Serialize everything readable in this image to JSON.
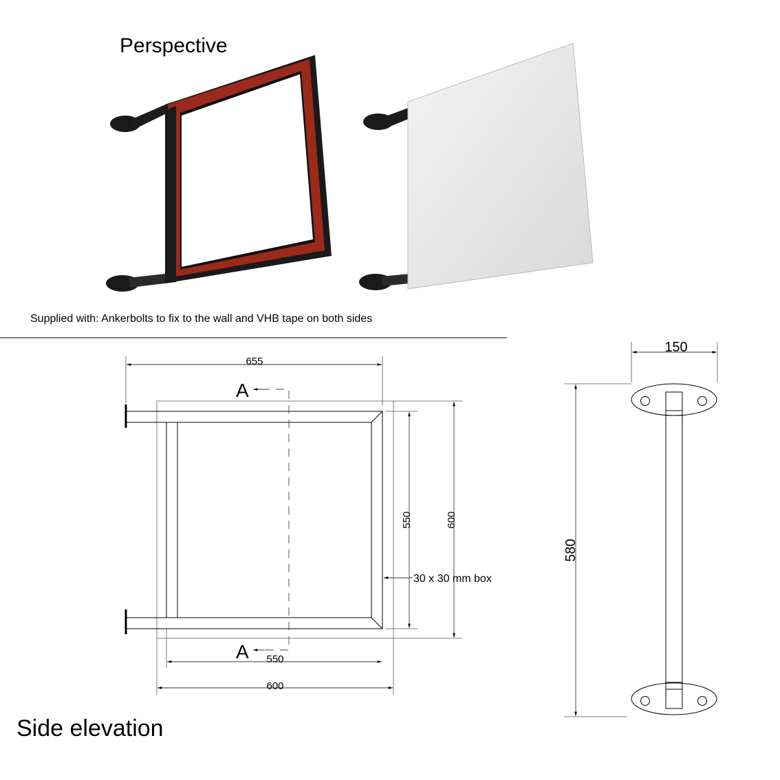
{
  "perspective": {
    "title": "Perspective",
    "caption": "Supplied with: Ankerbolts to fix to the wall and VHB tape on both sides",
    "frame_color": "#9b2a1c",
    "panel_color": "#e6e6e6"
  },
  "side_elevation": {
    "title": "Side elevation",
    "section_marker_top": "A",
    "section_marker_bottom": "A",
    "dim_overall_depth": "655",
    "dim_inner_width": "550",
    "dim_outer_width": "600",
    "dim_inner_height": "550",
    "dim_outer_height": "600",
    "profile_note": "30 x 30 mm box"
  },
  "front_elevation": {
    "dim_plate_width": "150",
    "dim_height": "580"
  }
}
